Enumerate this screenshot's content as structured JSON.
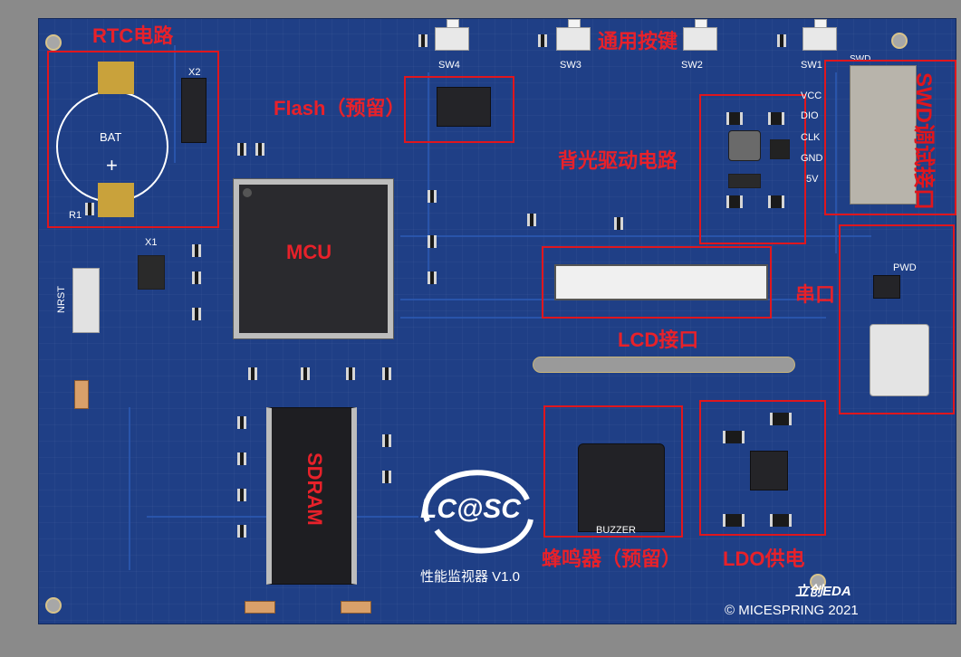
{
  "annotations": {
    "rtc": "RTC电路",
    "flash": "Flash（预留）",
    "buttons": "通用按键",
    "backlight": "背光驱动电路",
    "swd": "SWD调试接口",
    "mcu": "MCU",
    "uart": "串口",
    "lcd": "LCD接口",
    "sdram": "SDRAM",
    "buzzer": "蜂鸣器（预留）",
    "ldo": "LDO供电"
  },
  "silkscreen": {
    "sw1": "SW1",
    "sw2": "SW2",
    "sw3": "SW3",
    "sw4": "SW4",
    "swd": "SWD",
    "vcc": "VCC",
    "dio": "DIO",
    "clk": "CLK",
    "gnd": "GND",
    "v5": "5V",
    "bat": "BAT",
    "x2": "X2",
    "x1": "X1",
    "r1": "R1",
    "nrst": "NRST",
    "pwd": "PWD",
    "buzzer": "BUZZER",
    "logo": "LC@SC",
    "product": "性能监视器 V1.0",
    "eda": "立创EDA",
    "copyright": "© MICESPRING 2021"
  },
  "colors": {
    "board": "#1f3f86",
    "annotation": "#e0161d",
    "silk": "#ffffff"
  }
}
